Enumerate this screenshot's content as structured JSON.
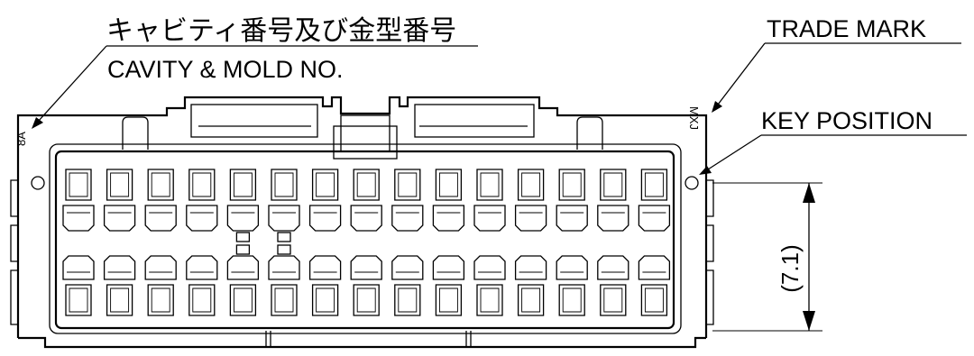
{
  "callouts": {
    "cavity_mold_jp": "キャビティ番号及び金型番号",
    "cavity_mold_en": "CAVITY & MOLD NO.",
    "trade_mark": "TRADE MARK",
    "key_position": "KEY POSITION"
  },
  "markings": {
    "cavity_mark": "8A",
    "trade_mark_stamp": "MXJ"
  },
  "dimension": {
    "value_label": "(7.1)",
    "value": 7.1
  },
  "connector": {
    "upper_row_cavities": 15,
    "lower_row_cavities": 15
  }
}
